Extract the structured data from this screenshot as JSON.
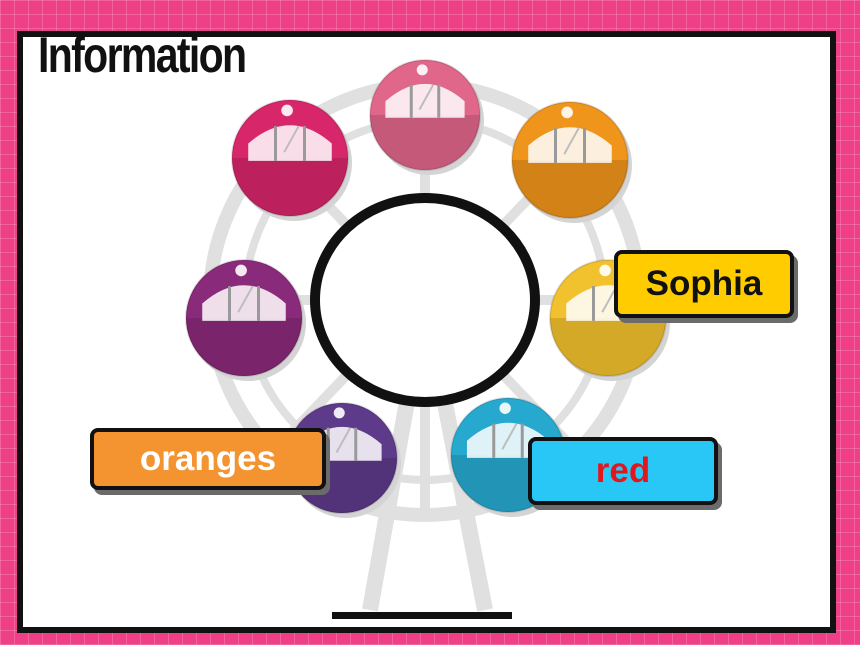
{
  "slide": {
    "title": "Information",
    "labels": {
      "sophia": "Sophia",
      "oranges": "oranges",
      "red": "red"
    }
  },
  "colors": {
    "background": "#ef3f86",
    "frame_border": "#111111",
    "wheel_frame": "#e0e0e0",
    "sophia_box": "#ffcc00",
    "oranges_box": "#f39430",
    "red_box": "#29c7f5",
    "red_text": "#e3161b"
  },
  "cabins": [
    {
      "name": "cabin-top",
      "color": "#e0668a"
    },
    {
      "name": "cabin-top-right",
      "color": "#ef951b"
    },
    {
      "name": "cabin-right",
      "color": "#f2c12e"
    },
    {
      "name": "cabin-bottom-right",
      "color": "#27a9cf"
    },
    {
      "name": "cabin-bottom-left",
      "color": "#5e3a8a"
    },
    {
      "name": "cabin-left",
      "color": "#8a2a7a"
    },
    {
      "name": "cabin-top-left",
      "color": "#d8266a"
    }
  ]
}
